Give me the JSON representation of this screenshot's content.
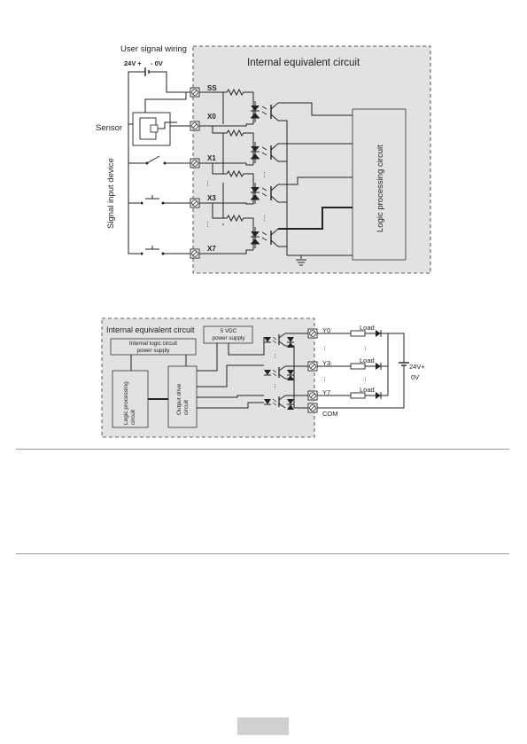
{
  "input_diagram": {
    "user_wiring_label": "User signal wiring",
    "supply_pos": "24V +",
    "supply_neg": "- 0V",
    "box_title": "Internal equivalent circuit",
    "sensor_label": "Sensor",
    "device_label": "Signal input device",
    "logic_label": "Logic processing circuit",
    "terminals": [
      "SS",
      "X0",
      "X1",
      "X3",
      "X7"
    ],
    "ellipsis": "…"
  },
  "output_diagram": {
    "box_title": "Internal equivalent circuit",
    "internal_power": "Internal logic circuit power supply",
    "power_5v": "5 VDC power supply",
    "logic_label": "Logic processing circuit",
    "drive_label": "Output drive circuit",
    "terminals": [
      "Y0",
      "Y3",
      "Y7",
      "COM"
    ],
    "load_label": "Load",
    "supply_pos": "24V+",
    "supply_neg": "0V",
    "ellipsis": "…"
  }
}
